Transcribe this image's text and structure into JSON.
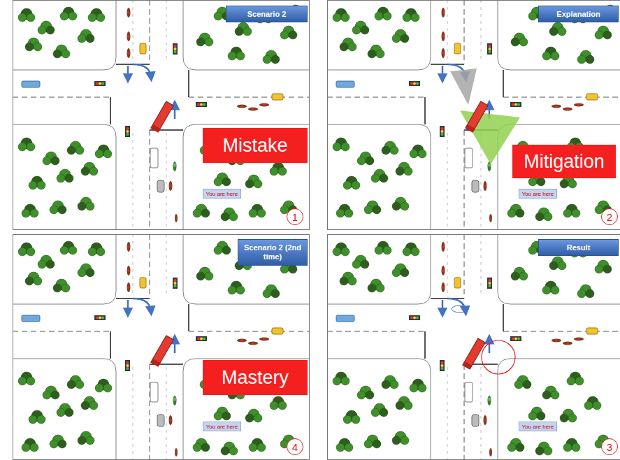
{
  "diagram": {
    "nodes": [
      {
        "text": [
          "Scenario 2"
        ]
      },
      {
        "text": [
          "Mistake"
        ]
      },
      {
        "text": [
          "You are here"
        ]
      },
      {
        "text": [
          "1"
        ]
      },
      {
        "text": [
          "Explanation"
        ]
      },
      {
        "text": [
          "Mitigation"
        ]
      },
      {
        "text": [
          "You are here"
        ]
      },
      {
        "text": [
          "2"
        ]
      },
      {
        "text": [
          "Scenario 2 (2nd time)"
        ]
      },
      {
        "text": [
          "Mastery"
        ]
      },
      {
        "text": [
          "You are here"
        ]
      },
      {
        "text": [
          "4"
        ]
      },
      {
        "text": [
          "Result"
        ]
      },
      {
        "text": [
          "You are here"
        ]
      },
      {
        "text": [
          "3"
        ]
      }
    ]
  }
}
